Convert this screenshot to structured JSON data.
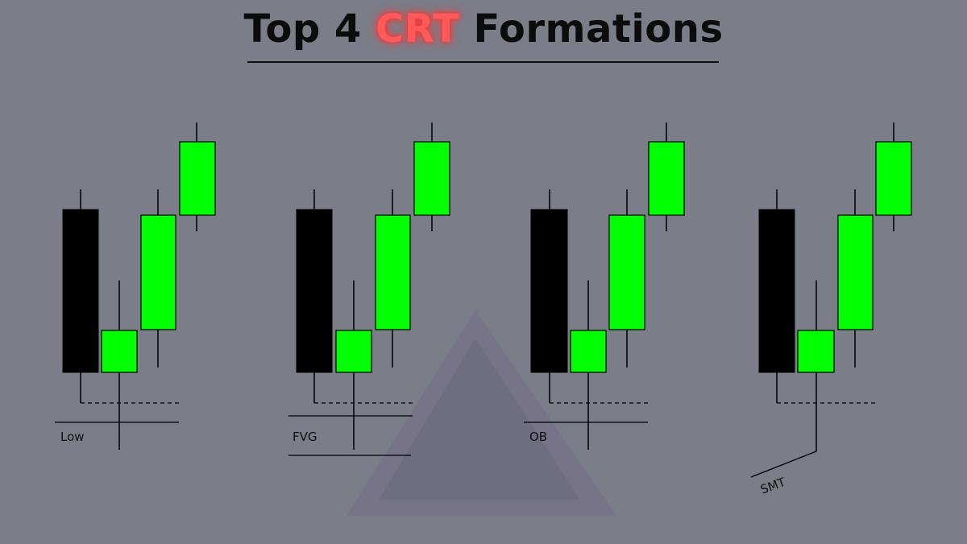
{
  "title": {
    "prefix": "Top 4",
    "highlight": "CRT",
    "suffix": "Formations"
  },
  "colors": {
    "background": "#7b7d88",
    "bearish_candle": "#000000",
    "bullish_candle": "#00ff00",
    "highlight": "#ff5a5a"
  },
  "formations": [
    {
      "id": "low",
      "label": "Low"
    },
    {
      "id": "fvg",
      "label": "FVG"
    },
    {
      "id": "ob",
      "label": "OB"
    },
    {
      "id": "smt",
      "label": "SMT"
    }
  ]
}
